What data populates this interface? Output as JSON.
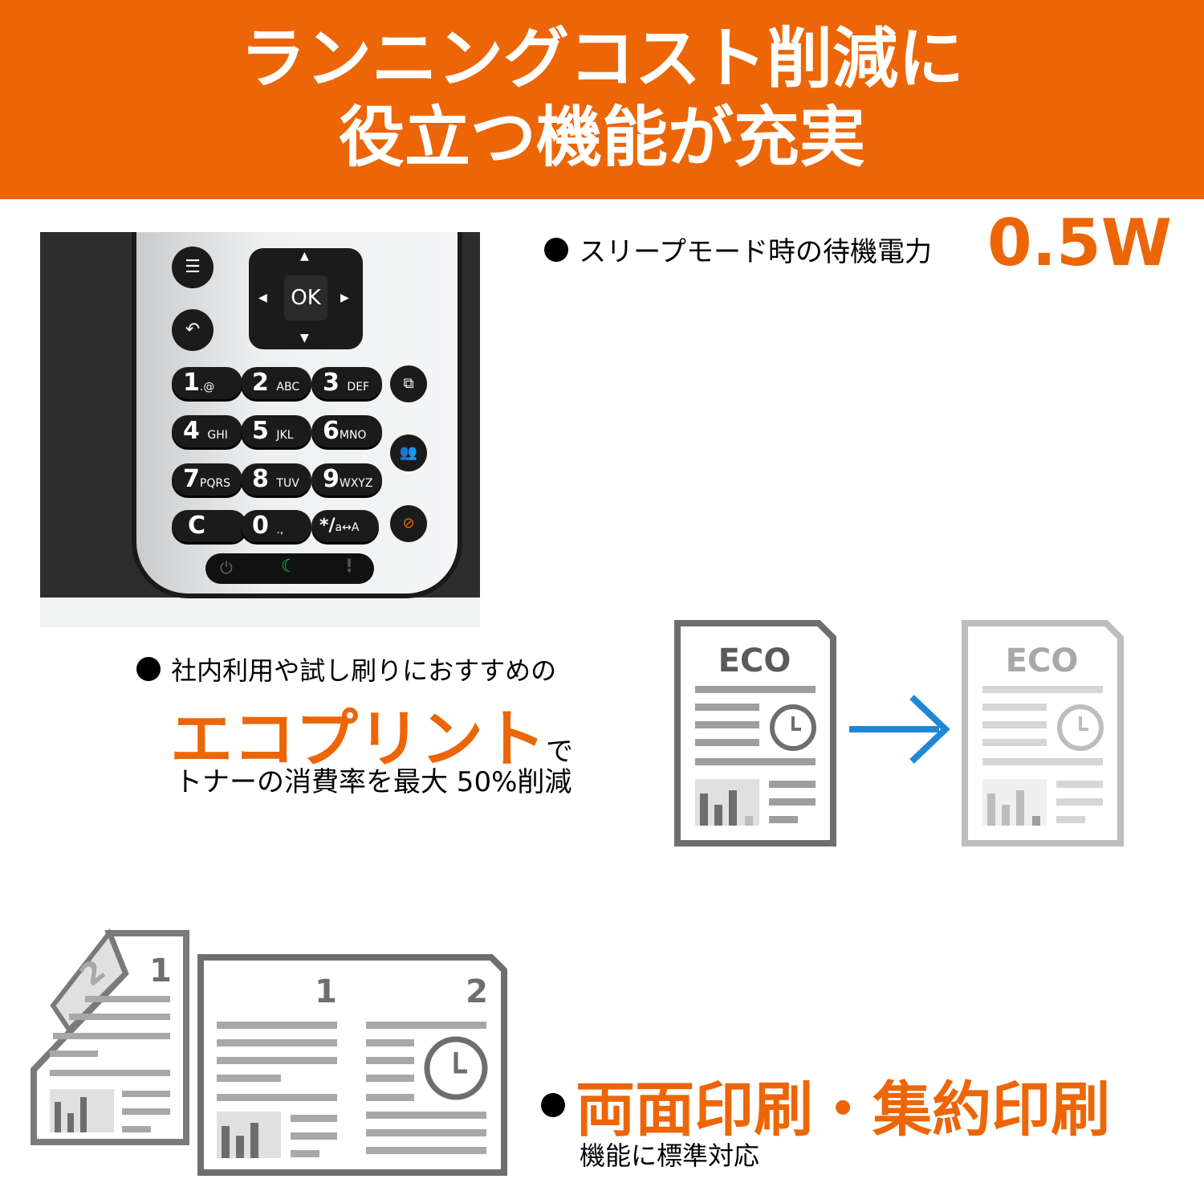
{
  "banner": {
    "line1": "ランニングコスト削減に",
    "line2": "役立つ機能が充実"
  },
  "sleep": {
    "label": "スリープモード時の待機電力",
    "value": "0.5W"
  },
  "eco": {
    "intro": "社内利用や試し刷りにおすすめの",
    "headline": "エコプリント",
    "suffix": "で",
    "detail": "トナーの消費率を最大 50%削減",
    "doc_label_before": "ECO",
    "doc_label_after": "ECO"
  },
  "duplex": {
    "headline": "両面印刷・集約印刷",
    "sub": "機能に標準対応",
    "page1": "1",
    "page2": "2",
    "flip_front": "1",
    "flip_back": "2"
  },
  "keypad": {
    "ok": "OK",
    "keys": [
      {
        "num": "1",
        "sub": ".@"
      },
      {
        "num": "2",
        "sub": "ABC"
      },
      {
        "num": "3",
        "sub": "DEF"
      },
      {
        "num": "4",
        "sub": "GHI"
      },
      {
        "num": "5",
        "sub": "JKL"
      },
      {
        "num": "6",
        "sub": "MNO"
      },
      {
        "num": "7",
        "sub": "PQRS"
      },
      {
        "num": "8",
        "sub": "TUV"
      },
      {
        "num": "9",
        "sub": "WXYZ"
      },
      {
        "num": "C",
        "sub": ""
      },
      {
        "num": "0",
        "sub": ".,"
      },
      {
        "num": "*/",
        "sub": "a↔A"
      }
    ]
  },
  "colors": {
    "accent": "#ec6607",
    "arrow": "#1e88d6",
    "doc_dark": "#6e6e6e",
    "doc_light": "#bdbdbd"
  }
}
